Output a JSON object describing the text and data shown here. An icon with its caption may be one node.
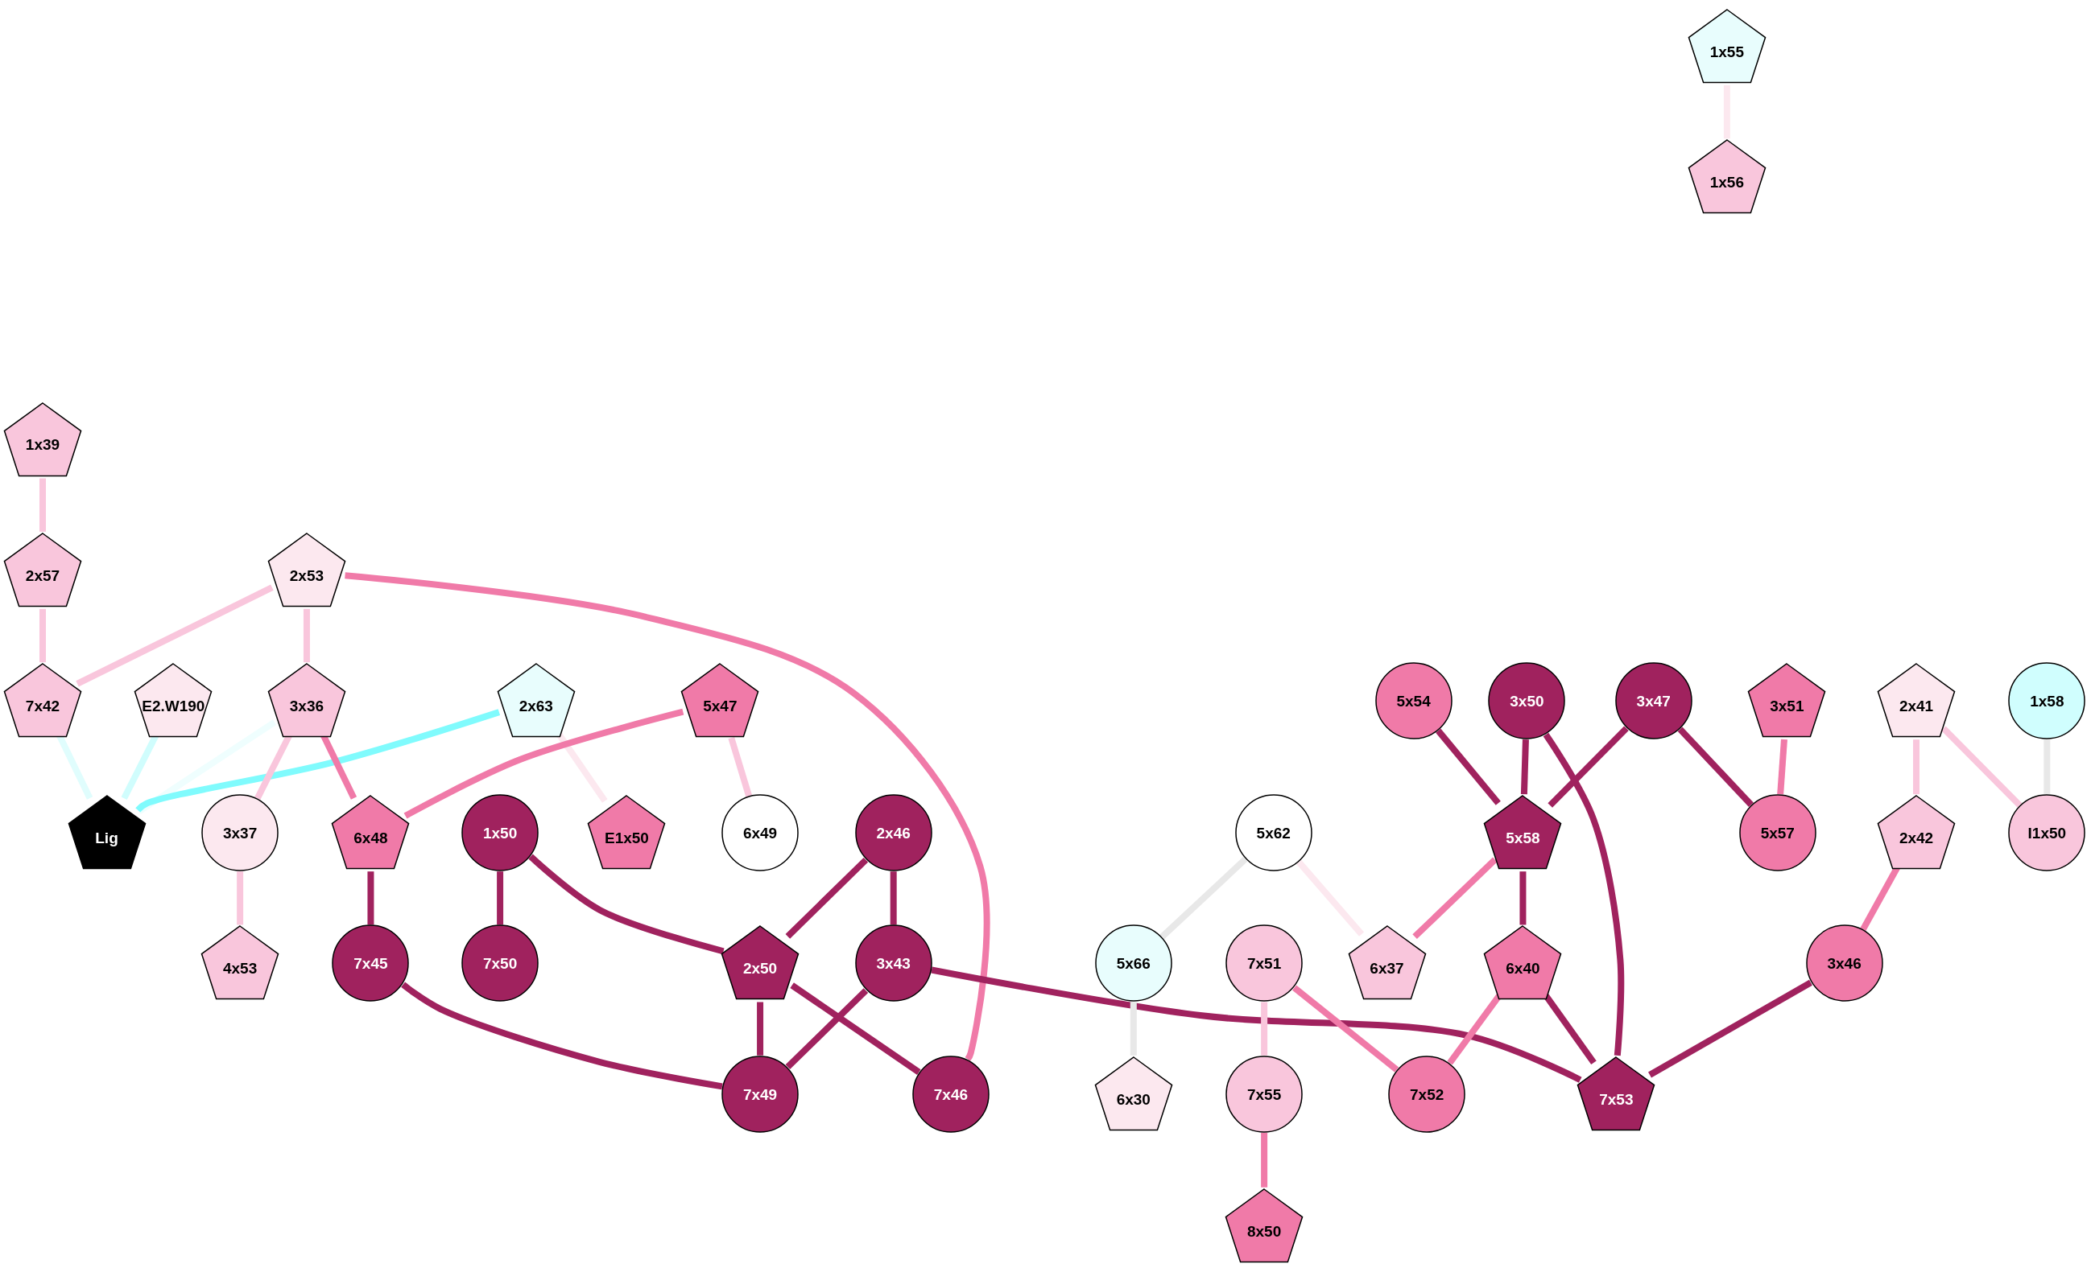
{
  "diagram": {
    "nodes": [
      {
        "text": [
          "1x55"
        ]
      },
      {
        "text": [
          "1x56"
        ]
      },
      {
        "text": [
          "1x39"
        ]
      },
      {
        "text": [
          "2x57"
        ]
      },
      {
        "text": [
          "2x53"
        ]
      },
      {
        "text": [
          "7x42"
        ]
      },
      {
        "text": [
          "E2.W190"
        ]
      },
      {
        "text": [
          "3x36"
        ]
      },
      {
        "text": [
          "2x63"
        ]
      },
      {
        "text": [
          "5x47"
        ]
      },
      {
        "text": [
          "5x54"
        ]
      },
      {
        "text": [
          "3x50"
        ]
      },
      {
        "text": [
          "3x47"
        ]
      },
      {
        "text": [
          "3x51"
        ]
      },
      {
        "text": [
          "2x41"
        ]
      },
      {
        "text": [
          "1x58"
        ]
      },
      {
        "text": [
          "Lig"
        ]
      },
      {
        "text": [
          "3x37"
        ]
      },
      {
        "text": [
          "6x48"
        ]
      },
      {
        "text": [
          "1x50"
        ]
      },
      {
        "text": [
          "E1x50"
        ]
      },
      {
        "text": [
          "6x49"
        ]
      },
      {
        "text": [
          "2x46"
        ]
      },
      {
        "text": [
          "5x62"
        ]
      },
      {
        "text": [
          "5x58"
        ]
      },
      {
        "text": [
          "5x57"
        ]
      },
      {
        "text": [
          "2x42"
        ]
      },
      {
        "text": [
          "I1x50"
        ]
      },
      {
        "text": [
          "4x53"
        ]
      },
      {
        "text": [
          "7x45"
        ]
      },
      {
        "text": [
          "7x50"
        ]
      },
      {
        "text": [
          "2x50"
        ]
      },
      {
        "text": [
          "3x43"
        ]
      },
      {
        "text": [
          "5x66"
        ]
      },
      {
        "text": [
          "7x51"
        ]
      },
      {
        "text": [
          "6x37"
        ]
      },
      {
        "text": [
          "6x40"
        ]
      },
      {
        "text": [
          "3x46"
        ]
      },
      {
        "text": [
          "6x30"
        ]
      },
      {
        "text": [
          "7x55"
        ]
      },
      {
        "text": [
          "7x49"
        ]
      },
      {
        "text": [
          "7x46"
        ]
      },
      {
        "text": [
          "7x52"
        ]
      },
      {
        "text": [
          "7x53"
        ]
      },
      {
        "text": [
          "8x50"
        ]
      }
    ],
    "edges": [
      {
        "from": 0,
        "to": 1,
        "arrow": "none",
        "color": "#fce8ef"
      },
      {
        "from": 2,
        "to": 3,
        "arrow": "none",
        "color": "#f9c6dc"
      },
      {
        "from": 3,
        "to": 5,
        "arrow": "none",
        "color": "#f9c6dc"
      },
      {
        "from": 4,
        "to": 5,
        "arrow": "none",
        "color": "#f9c6dc"
      },
      {
        "from": 4,
        "to": 7,
        "arrow": "none",
        "color": "#f9c6dc"
      },
      {
        "from": 4,
        "to": 41,
        "arrow": "none",
        "color": "#f07aa8"
      },
      {
        "from": 5,
        "to": 16,
        "arrow": "none",
        "color": "#e0fdfd"
      },
      {
        "from": 6,
        "to": 16,
        "arrow": "none",
        "color": "#d0fdfd"
      },
      {
        "from": 7,
        "to": 16,
        "arrow": "none",
        "color": "#effefe"
      },
      {
        "from": 8,
        "to": 16,
        "arrow": "none",
        "color": "#80fbfd"
      },
      {
        "from": 7,
        "to": 17,
        "arrow": "none",
        "color": "#f9c6dc"
      },
      {
        "from": 7,
        "to": 18,
        "arrow": "none",
        "color": "#f07aa8"
      },
      {
        "from": 8,
        "to": 20,
        "arrow": "none",
        "color": "#fce8ef"
      },
      {
        "from": 9,
        "to": 18,
        "arrow": "none",
        "color": "#f07aa8"
      },
      {
        "from": 9,
        "to": 21,
        "arrow": "none",
        "color": "#f9c6dc"
      },
      {
        "from": 17,
        "to": 28,
        "arrow": "none",
        "color": "#f9c6dc"
      },
      {
        "from": 18,
        "to": 29,
        "arrow": "none"
      },
      {
        "from": 19,
        "to": 30,
        "arrow": "none"
      },
      {
        "from": 19,
        "to": 31,
        "arrow": "none"
      },
      {
        "from": 22,
        "to": 31,
        "arrow": "none"
      },
      {
        "from": 22,
        "to": 32,
        "arrow": "none"
      },
      {
        "from": 29,
        "to": 40,
        "arrow": "none"
      },
      {
        "from": 31,
        "to": 40,
        "arrow": "none"
      },
      {
        "from": 31,
        "to": 41,
        "arrow": "none"
      },
      {
        "from": 32,
        "to": 40,
        "arrow": "none"
      },
      {
        "from": 32,
        "to": 43,
        "arrow": "none"
      },
      {
        "from": 23,
        "to": 33,
        "arrow": "none",
        "color": "#e8e8e8"
      },
      {
        "from": 23,
        "to": 35,
        "arrow": "none",
        "color": "#fce8ef"
      },
      {
        "from": 33,
        "to": 38,
        "arrow": "none",
        "color": "#e8e8e8"
      },
      {
        "from": 34,
        "to": 39,
        "arrow": "none",
        "color": "#f9c6dc"
      },
      {
        "from": 34,
        "to": 42,
        "arrow": "none",
        "color": "#f07aa8"
      },
      {
        "from": 39,
        "to": 44,
        "arrow": "none",
        "color": "#f07aa8"
      },
      {
        "from": 10,
        "to": 24,
        "arrow": "none"
      },
      {
        "from": 11,
        "to": 24,
        "arrow": "none"
      },
      {
        "from": 11,
        "to": 43,
        "arrow": "none"
      },
      {
        "from": 12,
        "to": 24,
        "arrow": "none"
      },
      {
        "from": 12,
        "to": 25,
        "arrow": "none"
      },
      {
        "from": 13,
        "to": 25,
        "arrow": "none",
        "color": "#f07aa8"
      },
      {
        "from": 24,
        "to": 35,
        "arrow": "none",
        "color": "#f07aa8"
      },
      {
        "from": 24,
        "to": 36,
        "arrow": "none"
      },
      {
        "from": 36,
        "to": 42,
        "arrow": "none",
        "color": "#f07aa8"
      },
      {
        "from": 36,
        "to": 43,
        "arrow": "none"
      },
      {
        "from": 37,
        "to": 43,
        "arrow": "none"
      },
      {
        "from": 14,
        "to": 26,
        "arrow": "none",
        "color": "#f9c6dc"
      },
      {
        "from": 14,
        "to": 27,
        "arrow": "none",
        "color": "#f9c6dc"
      },
      {
        "from": 26,
        "to": 37,
        "arrow": "none",
        "color": "#f07aa8"
      },
      {
        "from": 15,
        "to": 27,
        "arrow": "none",
        "color": "#e8e8e8"
      }
    ]
  }
}
